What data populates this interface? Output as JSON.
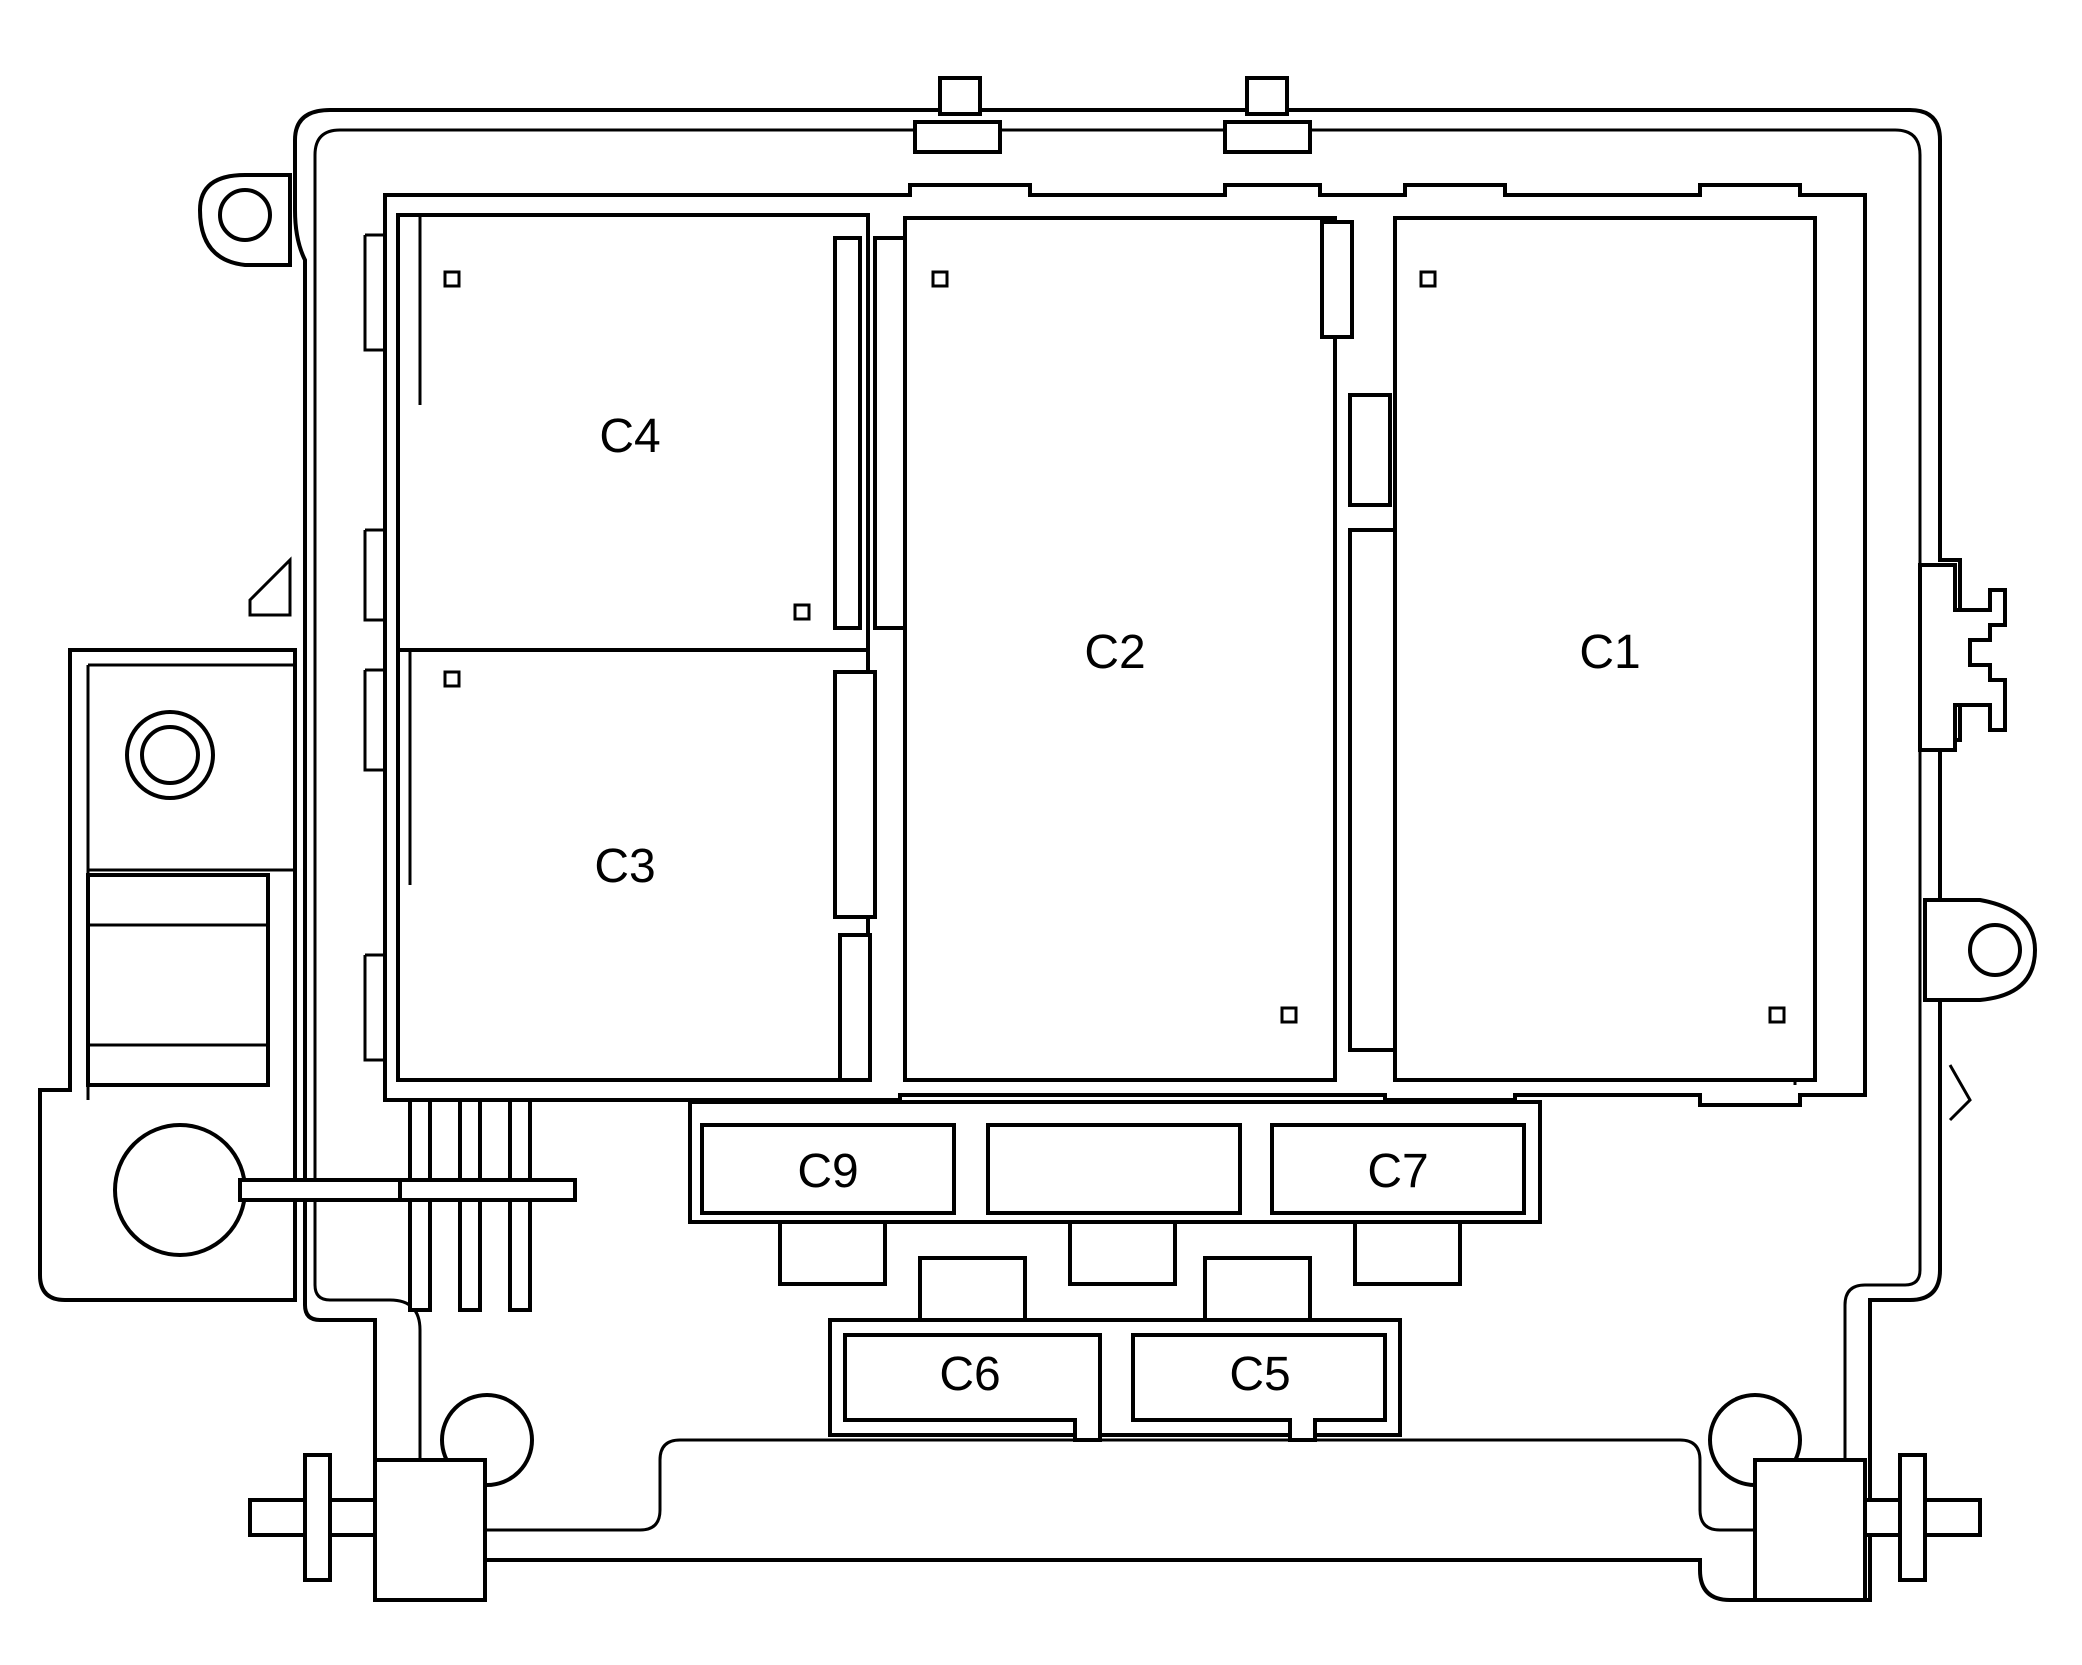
{
  "diagram": {
    "connectors": {
      "c1": "C1",
      "c2": "C2",
      "c3": "C3",
      "c4": "C4",
      "c5": "C5",
      "c6": "C6",
      "c7": "C7",
      "c9": "C9"
    }
  }
}
